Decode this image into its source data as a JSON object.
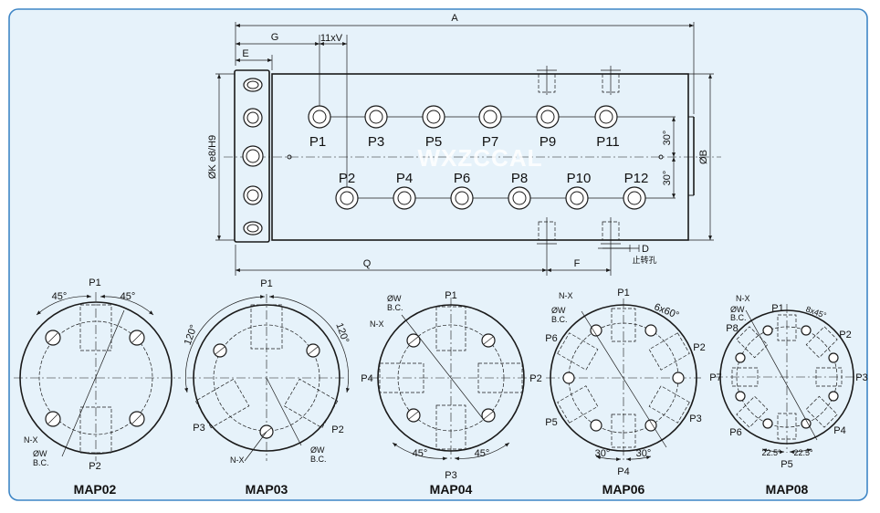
{
  "main_view": {
    "ports": [
      "P1",
      "P2",
      "P3",
      "P4",
      "P5",
      "P6",
      "P7",
      "P8",
      "P9",
      "P10",
      "P11",
      "P12"
    ],
    "watermark": "WXZCCAL",
    "dims": {
      "A": "A",
      "G": "G",
      "V": "11xV",
      "E": "E",
      "K": "ØK e8/H9",
      "B": "ØB",
      "Q": "Q",
      "F": "F",
      "D": "D",
      "anti_rotation": "止转孔",
      "angle_upper": "30°",
      "angle_lower": "30°"
    }
  },
  "map02": {
    "title": "MAP02",
    "top_label": "P1",
    "bottom_label": "P2",
    "angle_left": "45°",
    "angle_right": "45°",
    "nx": "N-X",
    "w": "ØW",
    "bc": "B.C."
  },
  "map03": {
    "title": "MAP03",
    "p1": "P1",
    "p2": "P2",
    "p3": "P3",
    "angle_left": "120°",
    "angle_right": "120°",
    "nx": "N-X",
    "w": "ØW",
    "bc": "B.C."
  },
  "map04": {
    "title": "MAP04",
    "p1": "P1",
    "p2": "P2",
    "p3": "P3",
    "p4": "P4",
    "angle_left": "45°",
    "angle_right": "45°",
    "nx": "N-X",
    "w": "ØW",
    "bc": "B.C."
  },
  "map06": {
    "title": "MAP06",
    "p1": "P1",
    "p2": "P2",
    "p3": "P3",
    "p4": "P4",
    "p5": "P5",
    "p6": "P6",
    "pitch": "6x60°",
    "angle_left": "30°",
    "angle_right": "30°",
    "nx": "N-X",
    "w": "ØW",
    "bc": "B.C."
  },
  "map08": {
    "title": "MAP08",
    "p1": "P1",
    "p2": "P2",
    "p3": "P3",
    "p4": "P4",
    "p5": "P5",
    "p6": "P6",
    "p7": "P7",
    "p8": "P8",
    "pitch": "8x45°",
    "angle_left": "22.5°",
    "angle_right": "22.5°",
    "nx": "N-X",
    "w": "ØW",
    "bc": "B.C."
  },
  "colors": {
    "panel_fill": "#e6f2fa",
    "panel_border": "#3f86c6",
    "line": "#1a1a1a"
  }
}
